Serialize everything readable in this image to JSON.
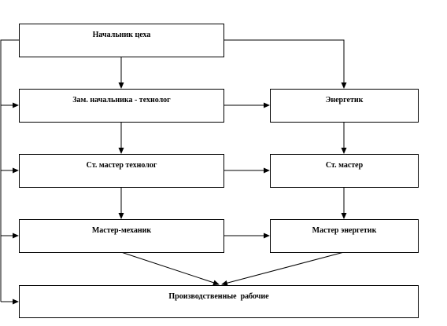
{
  "nodes": {
    "head": "Начальник цеха",
    "deputy": "Зам. начальника - технолог",
    "energetic": "Энергетик",
    "senior_tech": "Ст. мастер технолог",
    "senior_master": "Ст. мастер",
    "mechanic": "Мастер-механик",
    "master_energetic": "Мастер энергетик",
    "workers": "Производственные  рабочие"
  }
}
